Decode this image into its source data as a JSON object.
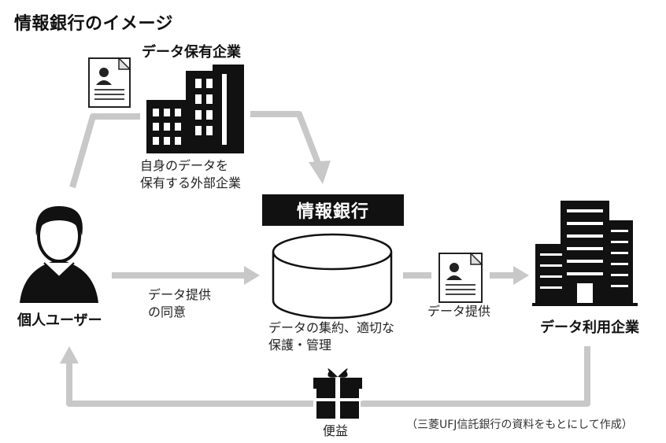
{
  "title": "情報銀行のイメージ",
  "nodes": {
    "data_holder": "データ保有企業",
    "data_holder_desc_1": "自身のデータを",
    "data_holder_desc_2": "保有する外部企業",
    "info_bank": "情報銀行",
    "bank_desc_1": "データの集約、適切な",
    "bank_desc_2": "保護・管理",
    "user": "個人ユーザー",
    "data_user": "データ利用企業"
  },
  "edges": {
    "consent_1": "データ提供",
    "consent_2": "の同意",
    "provide": "データ提供",
    "benefit": "便益"
  },
  "source_note": "（三菱UFJ信託銀行の資料をもとにして作成）",
  "colors": {
    "arrow": "#c8c8c8",
    "dark": "#111111"
  },
  "icons": [
    "document-icon",
    "building-icon",
    "user-icon",
    "database-icon",
    "gift-icon"
  ]
}
